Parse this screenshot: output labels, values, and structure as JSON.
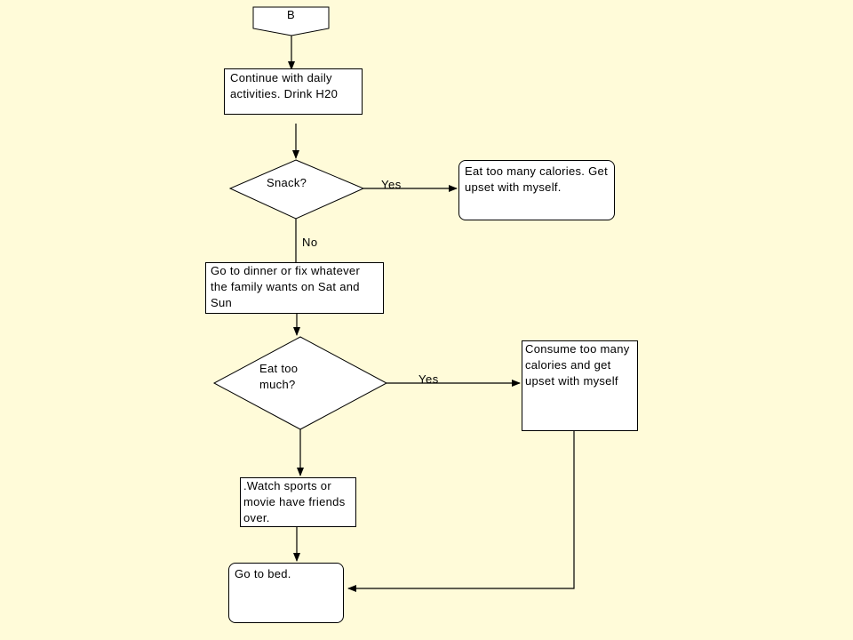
{
  "colors": {
    "background": "#fffbd9",
    "shape_fill": "#ffffff",
    "stroke": "#000000"
  },
  "nodes": {
    "connector_b": "B",
    "daily_activities": "Continue with daily activities.  Drink H20",
    "snack_decision": "Snack?",
    "snack_yes_result": "Eat too many calories. Get upset with myself.",
    "dinner": "Go to dinner or fix whatever the family wants on Sat and Sun",
    "eat_too_much_decision": "Eat too much?",
    "eat_too_much_result": "Consume too many calories and get upset with myself",
    "watch_sports": ".Watch sports or movie have friends over.",
    "go_to_bed": "Go to bed."
  },
  "edges": {
    "snack_yes": "Yes",
    "snack_no": "No",
    "eat_yes": "Yes"
  }
}
